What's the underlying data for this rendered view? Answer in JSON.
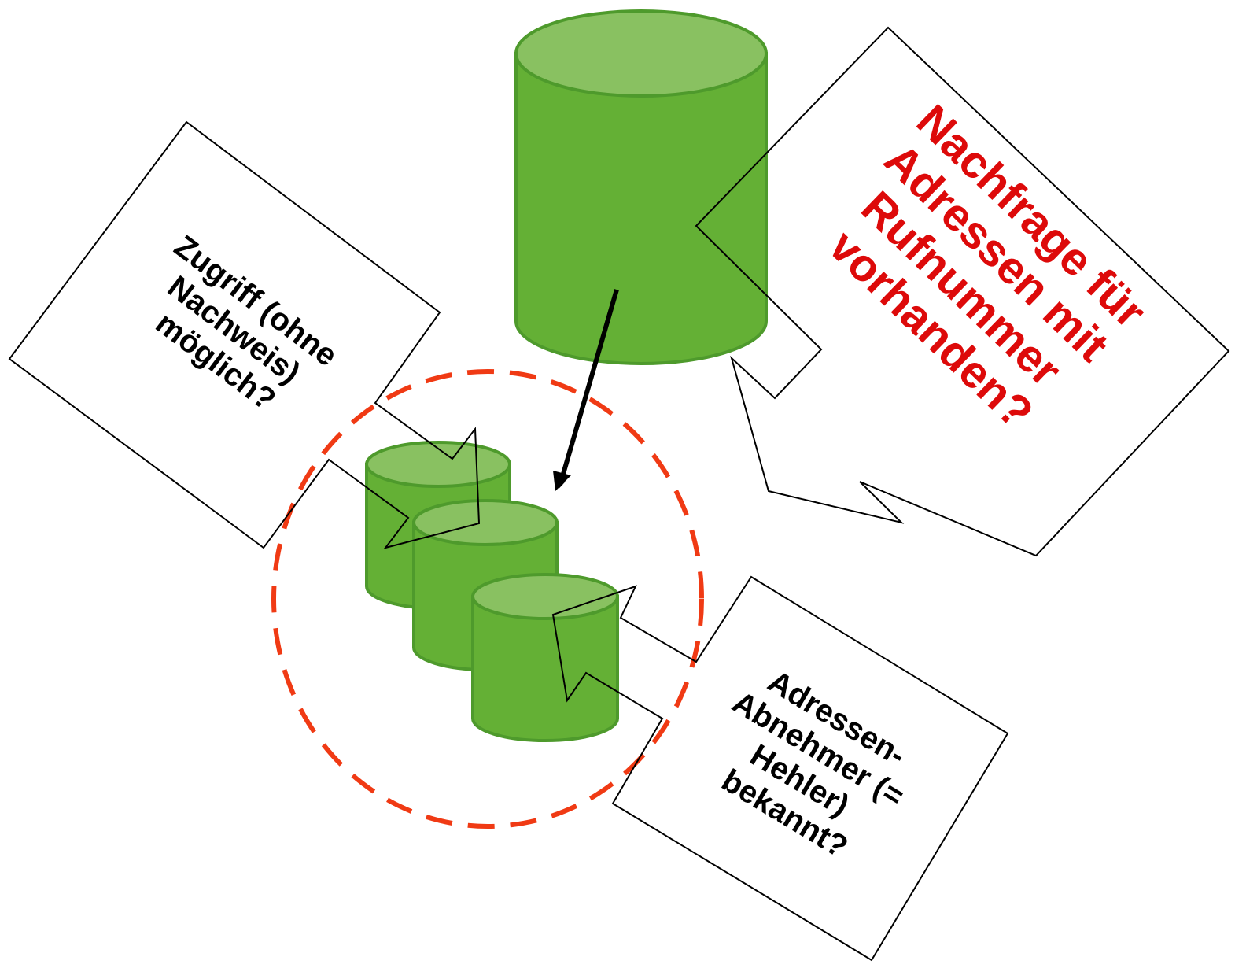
{
  "colors": {
    "cylinder_body": "#64B035",
    "cylinder_top": "#89C161",
    "cylinder_stroke": "#4E9A2C",
    "dashed_circle": "#F03A14",
    "arrow": "#000000",
    "callout_stroke": "#000000",
    "callout_fill": "#ffffff",
    "text_dark": "#000000",
    "text_red": "#DD0A0A"
  },
  "callouts": {
    "demand": {
      "lines": [
        "Nachfrage für",
        "Adressen mit",
        "Rufnummer",
        "vorhanden?"
      ]
    },
    "access": {
      "lines": [
        "Zugriff (ohne",
        "Nachweis)",
        "möglich?"
      ]
    },
    "buyers": {
      "lines": [
        "Adressen-",
        "Abnehmer (=",
        "Hehler)",
        "bekannt?"
      ]
    }
  }
}
